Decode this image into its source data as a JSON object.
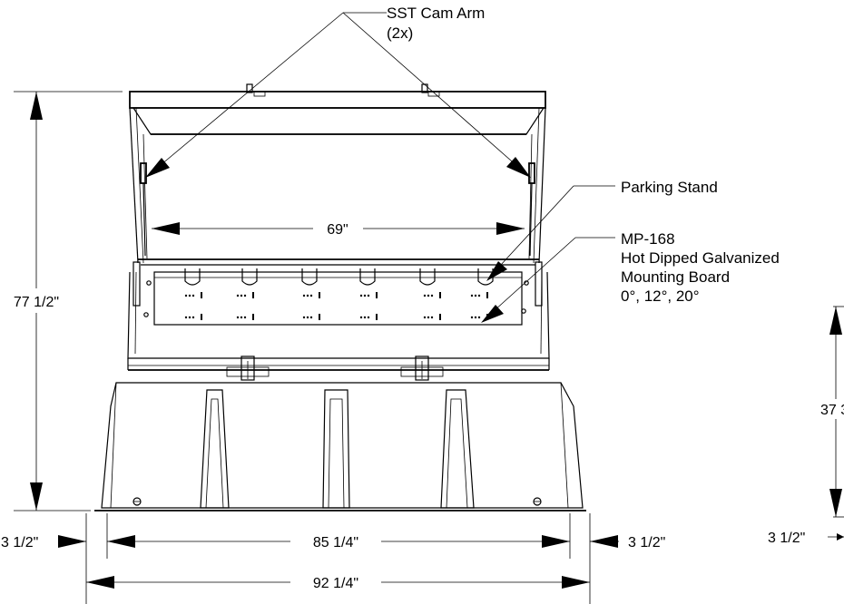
{
  "callouts": {
    "cam_arm": "SST Cam Arm",
    "cam_arm_qty": "(2x)",
    "parking_stand": "Parking Stand",
    "mp_model": "MP-168",
    "mp_line2": "Hot Dipped Galvanized",
    "mp_line3": "Mounting Board",
    "mp_angles": "0°, 12°, 20°"
  },
  "dimensions": {
    "height": "77 1/2\"",
    "inner_width": "69\"",
    "base_width": "85 1/4\"",
    "overall_width": "92 1/4\"",
    "left_overhang": "3 1/2\"",
    "right_overhang": "3 1/2\"",
    "side_height": "37 3",
    "side_overhang": "3 1/2\""
  }
}
